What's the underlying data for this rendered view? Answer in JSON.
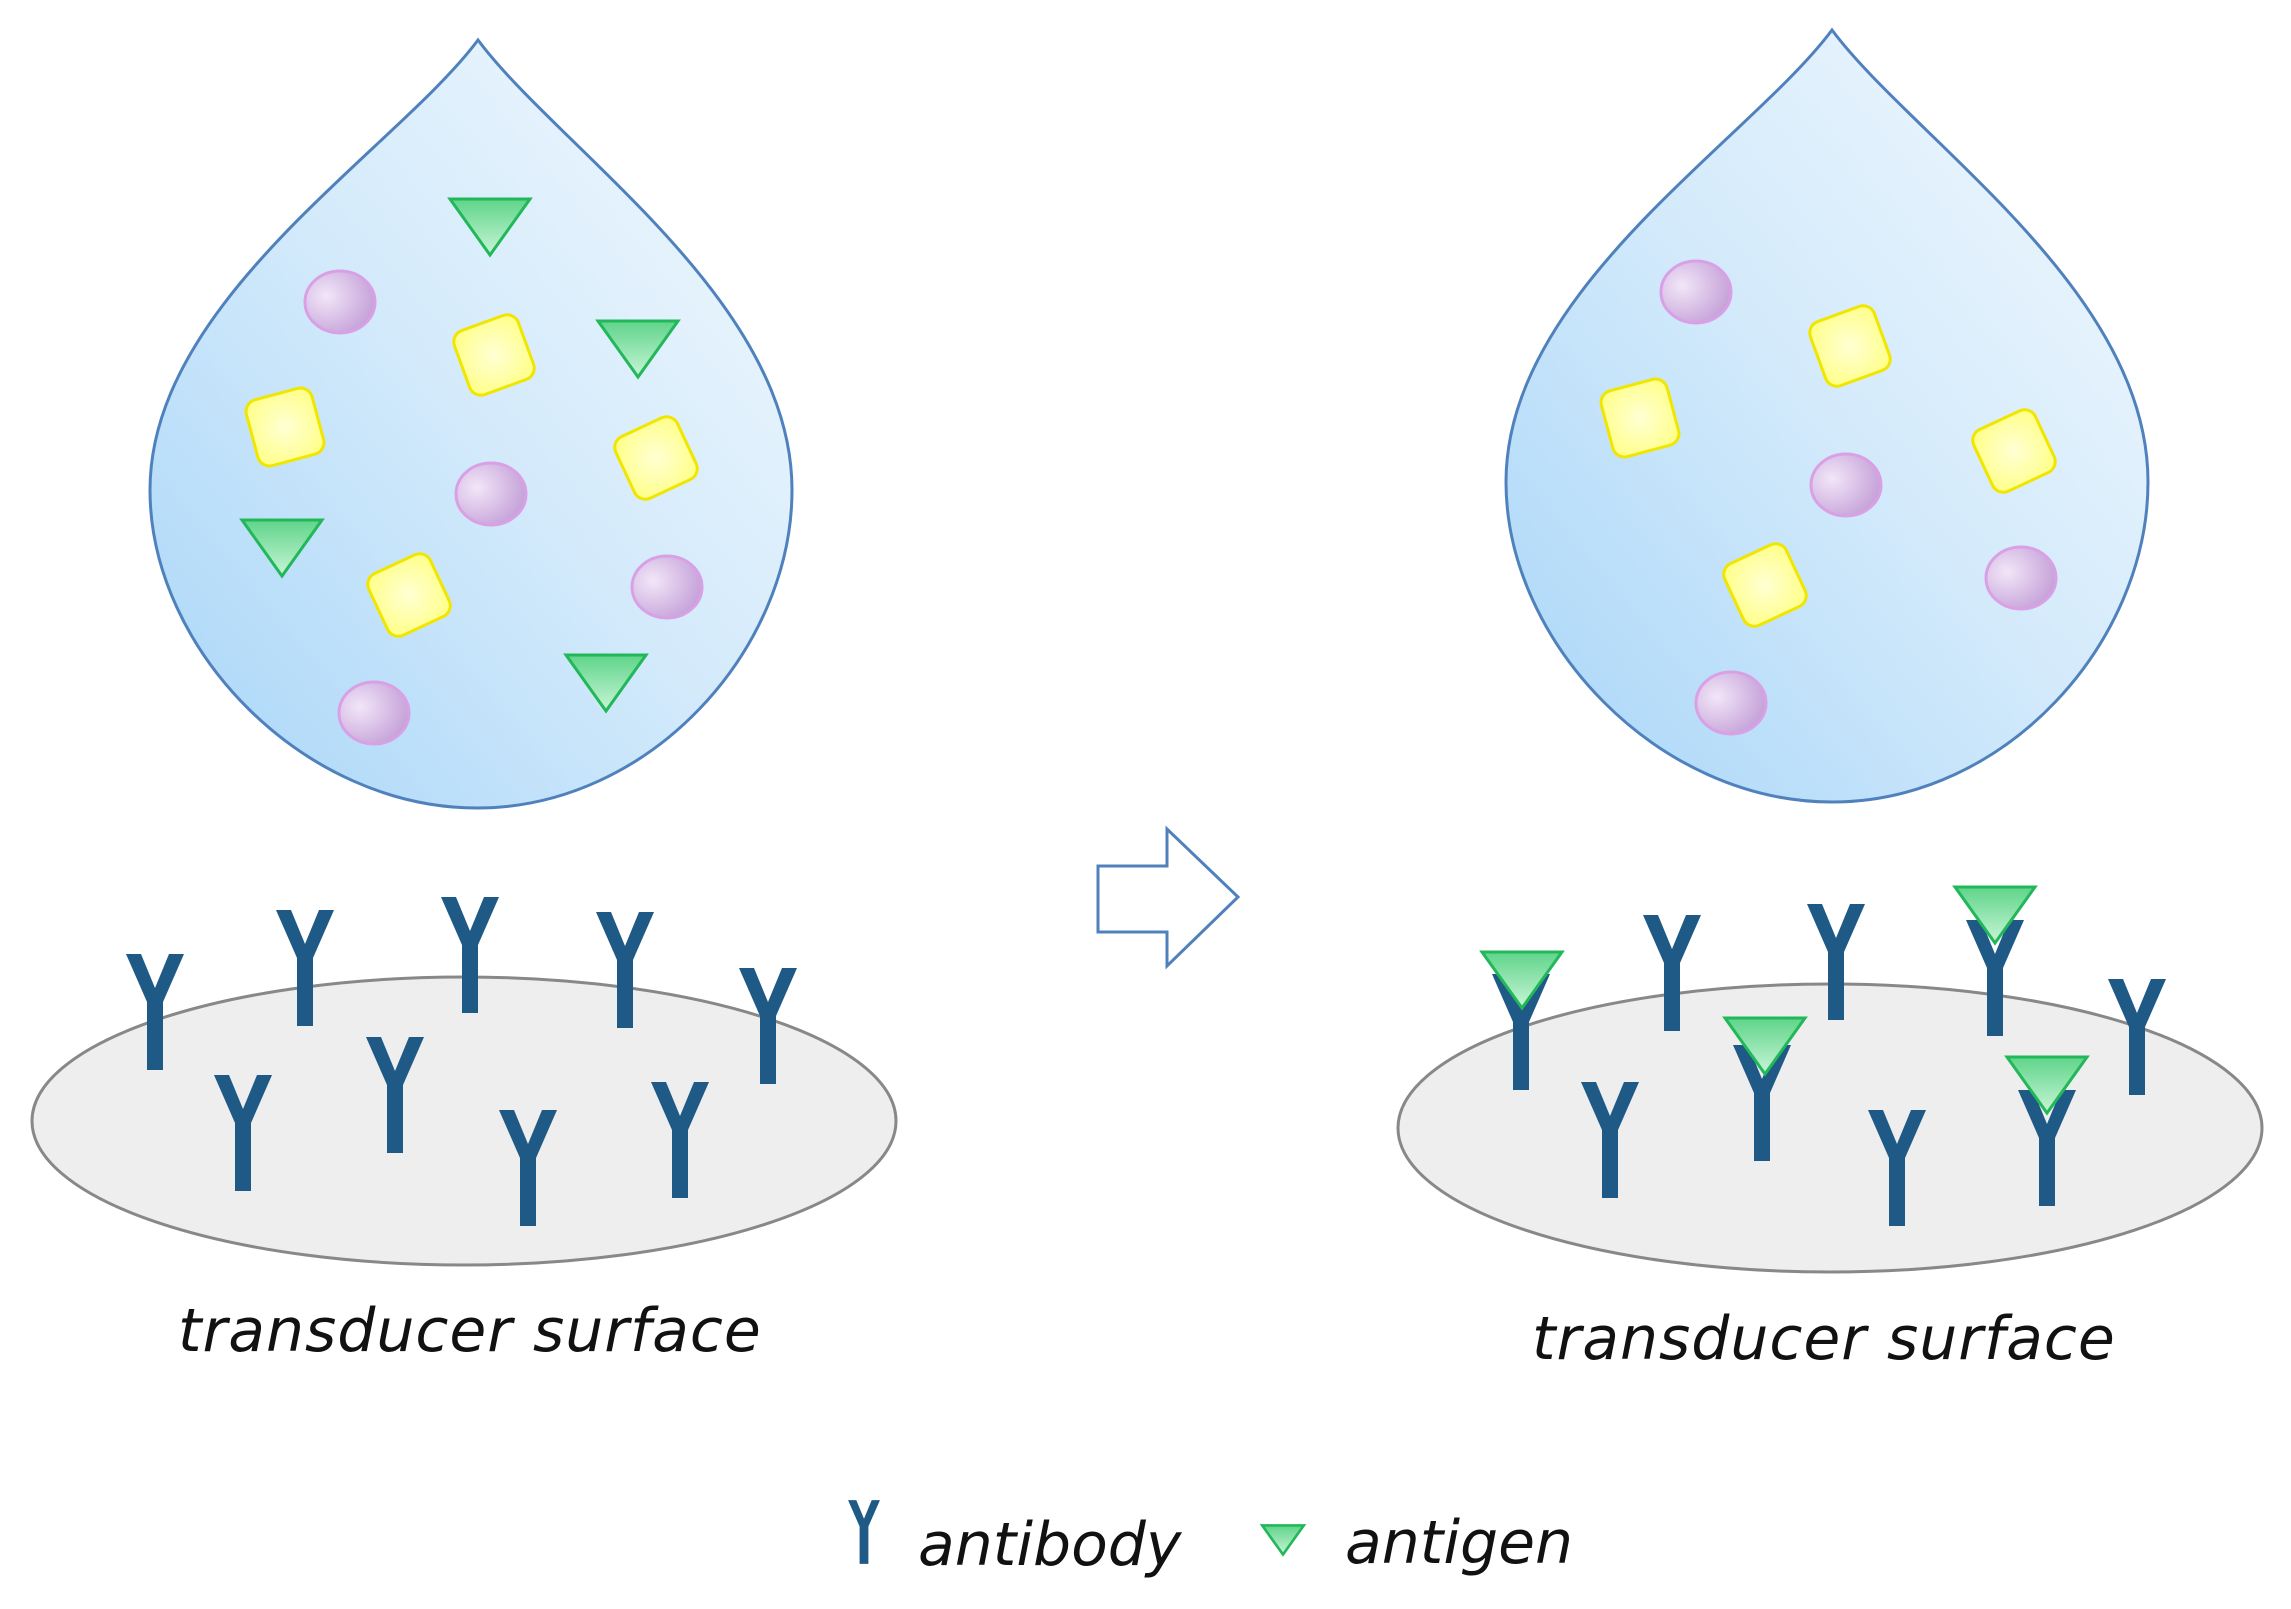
{
  "captions": {
    "left": "transducer surface",
    "right": "transducer surface"
  },
  "legend": {
    "antibody_label": "antibody",
    "antigen_label": "antigen"
  },
  "colors": {
    "drop_fill_light": "#e3f1fc",
    "drop_fill_dark": "#a7d5f8",
    "drop_stroke": "#4f81bd",
    "surface_fill": "#eeeeee",
    "surface_stroke": "#888888",
    "antibody": "#1f5a86",
    "antigen_fill": "#7fe0a4",
    "antigen_stroke": "#22b85a",
    "square_fill": "#ffff99",
    "square_stroke": "#f0e600",
    "circle_fill": "#c9a2dc",
    "circle_stroke": "#d9a0e6",
    "arrow_stroke": "#4f81bd"
  },
  "icons": {
    "antibody": "antibody-y-icon",
    "antigen": "antigen-triangle-icon",
    "arrow": "right-arrow-icon"
  }
}
